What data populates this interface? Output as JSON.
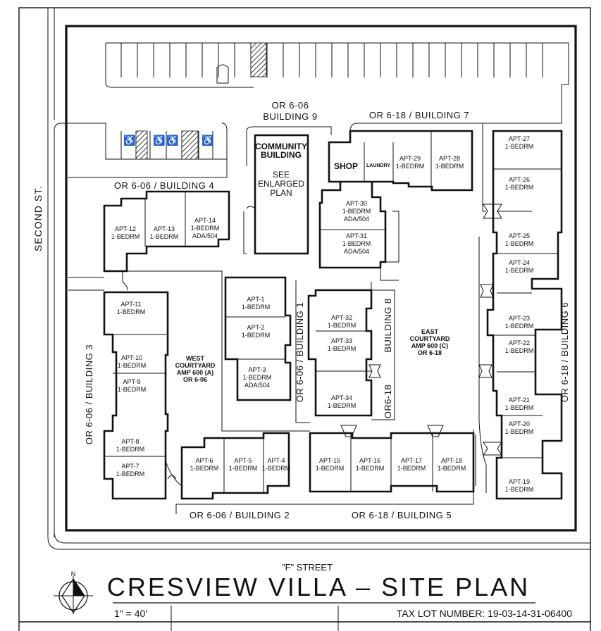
{
  "title": "CRESVIEW VILLA  –  SITE PLAN",
  "street_label": "\"F\" STREET",
  "second_street": "SECOND ST.",
  "scale": "1\" = 40'",
  "tax_lot": "TAX LOT NUMBER: 19-03-14-31-06400",
  "north": "N",
  "buildings": {
    "b9": "OR 6-06\nBUILDING 9",
    "b7": "OR 6-18 / BUILDING 7",
    "b4": "OR 6-06 / BUILDING 4",
    "b1": "OR 6-06 / BUILDING 1",
    "b8": "BUILDING 8",
    "b8_or": "OR6-18",
    "b3": "OR 6-06 / BUILDING 3",
    "b2": "OR 6-06 / BUILDING 2",
    "b5": "OR 6-18 / BUILDING 5",
    "b6": "OR 6-18 / BUILDING 6"
  },
  "community": {
    "name": "COMMUNITY\nBUILDING",
    "note": "SEE\nENLARGED\nPLAN"
  },
  "shop": "SHOP",
  "laundry": "LAUNDRY",
  "courtyards": {
    "west": "WEST\nCOURTYARD\nAMP 600 (A)\nOR 6-06",
    "east": "EAST\nCOURTYARD\nAMP 600 (C)\nOR 6-18"
  },
  "units": [
    {
      "id": "APT-1",
      "type": "1-BEDRM"
    },
    {
      "id": "APT-2",
      "type": "1-BEDRM"
    },
    {
      "id": "APT-3",
      "type": "1-BEDRM",
      "note": "ADA/504"
    },
    {
      "id": "APT-4",
      "type": "1-BEDRM"
    },
    {
      "id": "APT-5",
      "type": "1-BEDRM"
    },
    {
      "id": "APT-6",
      "type": "1-BEDRM"
    },
    {
      "id": "APT-7",
      "type": "1-BEDRM"
    },
    {
      "id": "APT-8",
      "type": "1-BEDRM"
    },
    {
      "id": "APT-9",
      "type": "1-BEDRM"
    },
    {
      "id": "APT-10",
      "type": "1-BEDRM"
    },
    {
      "id": "APT-11",
      "type": "1-BEDRM"
    },
    {
      "id": "APT-12",
      "type": "1-BEDRM"
    },
    {
      "id": "APT-13",
      "type": "1-BEDRM"
    },
    {
      "id": "APT-14",
      "type": "1-BEDRM",
      "note": "ADA/504"
    },
    {
      "id": "APT-15",
      "type": "1-BEDRM"
    },
    {
      "id": "APT-16",
      "type": "1-BEDRM"
    },
    {
      "id": "APT-17",
      "type": "1-BEDRM"
    },
    {
      "id": "APT-18",
      "type": "1-BEDRM"
    },
    {
      "id": "APT-19",
      "type": "1-BEDRM"
    },
    {
      "id": "APT-20",
      "type": "1-BEDRM"
    },
    {
      "id": "APT-21",
      "type": "1-BEDRM"
    },
    {
      "id": "APT-22",
      "type": "1-BEDRM"
    },
    {
      "id": "APT-23",
      "type": "1-BEDRM"
    },
    {
      "id": "APT-24",
      "type": "1-BEDRM"
    },
    {
      "id": "APT-25",
      "type": "1-BEDRM"
    },
    {
      "id": "APT-26",
      "type": "1-BEDRM"
    },
    {
      "id": "APT-27",
      "type": "1-BEDRM"
    },
    {
      "id": "APT-28",
      "type": "1-BEDRM"
    },
    {
      "id": "APT-29",
      "type": "1-BEDRM"
    },
    {
      "id": "APT-30",
      "type": "1-BEDRM",
      "note": "ADA/504"
    },
    {
      "id": "APT-31",
      "type": "1-BEDRM",
      "note": "ADA/504"
    },
    {
      "id": "APT-32",
      "type": "1-BEDRM"
    },
    {
      "id": "APT-33",
      "type": "1-BEDRM"
    },
    {
      "id": "APT-34",
      "type": "1-BEDRM"
    }
  ]
}
